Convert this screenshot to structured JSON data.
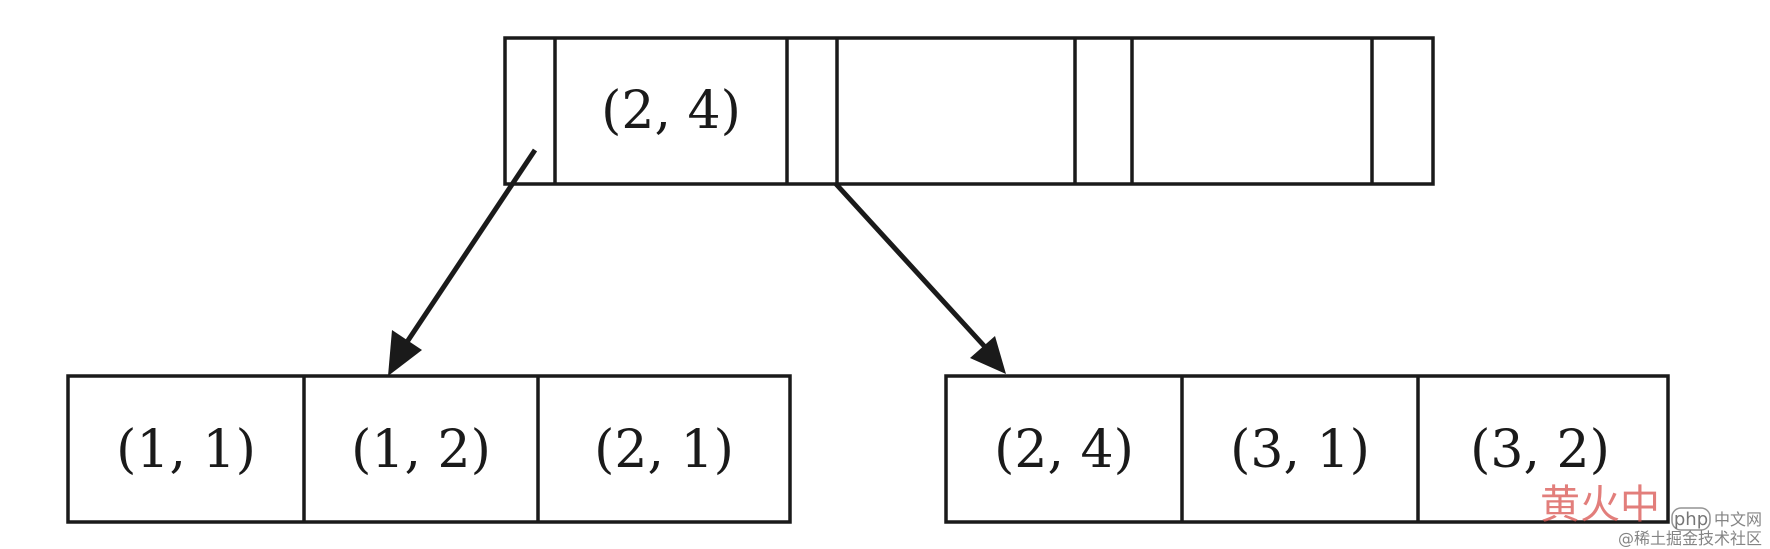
{
  "root_node": {
    "entries": [
      "(2, 4)",
      "",
      ""
    ]
  },
  "left_leaf": {
    "entries": [
      "(1, 1)",
      "(1, 2)",
      "(2, 1)"
    ]
  },
  "right_leaf": {
    "entries": [
      "(2, 4)",
      "(3, 1)",
      "(3, 2)"
    ]
  },
  "watermark": {
    "logo": "php",
    "site": "中文网",
    "big_text": "黄火中",
    "credit": "@稀土掘金技术社区"
  },
  "colors": {
    "line": "#1a1a1a",
    "watermark": "#d9534f"
  }
}
